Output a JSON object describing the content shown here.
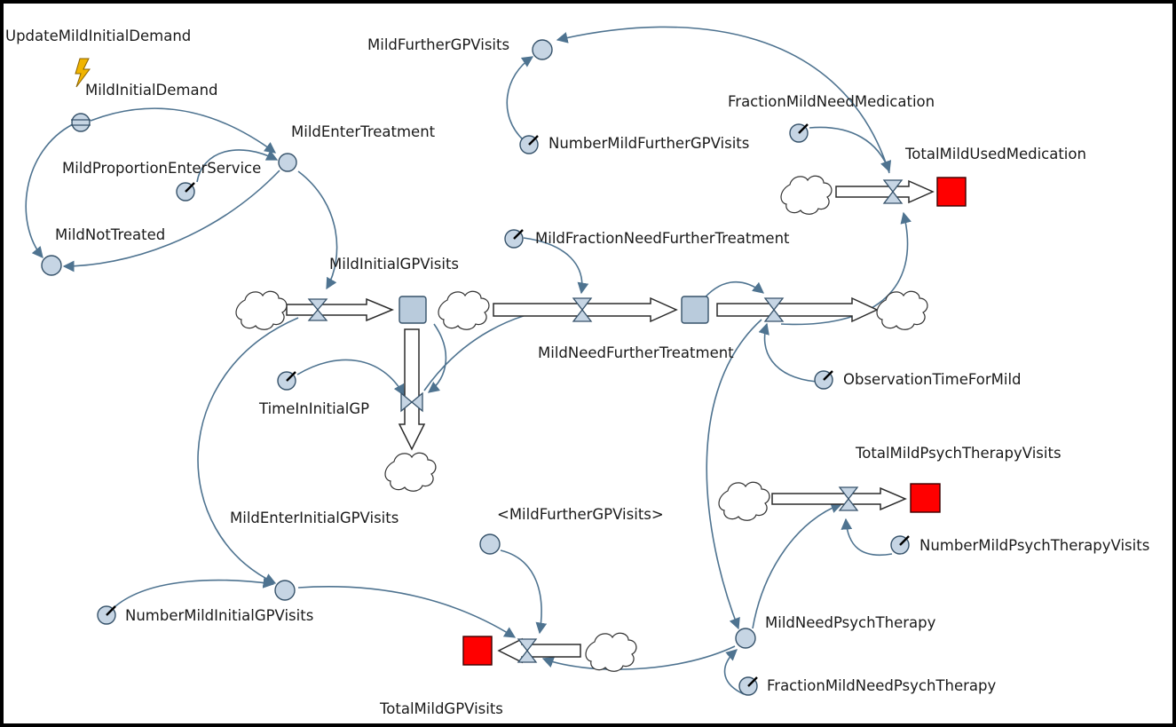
{
  "labels": {
    "update_mild_initial_demand": "UpdateMildInitialDemand",
    "mild_initial_demand": "MildInitialDemand",
    "mild_enter_treatment": "MildEnterTreatment",
    "mild_proportion_enter_service": "MildProportionEnterService",
    "mild_not_treated": "MildNotTreated",
    "mild_initial_gp_visits": "MildInitialGPVisits",
    "time_in_initial_gp": "TimeInInitialGP",
    "mild_enter_initial_gp_visits": "MildEnterInitialGPVisits",
    "number_mild_initial_gp_visits": "NumberMildInitialGPVisits",
    "total_mild_gp_visits": "TotalMildGPVisits",
    "mild_further_gp_visits_shadow": "<MildFurtherGPVisits>",
    "mild_further_gp_visits": "MildFurtherGPVisits",
    "number_mild_further_gp_visits": "NumberMildFurtherGPVisits",
    "mild_fraction_need_further_treatment": "MildFractionNeedFurtherTreatment",
    "mild_need_further_treatment": "MildNeedFurtherTreatment",
    "fraction_mild_need_medication": "FractionMildNeedMedication",
    "total_mild_used_medication": "TotalMildUsedMedication",
    "observation_time_for_mild": "ObservationTimeForMild",
    "total_mild_psych_therapy_visits": "TotalMildPsychTherapyVisits",
    "number_mild_psych_therapy_visits": "NumberMildPsychTherapyVisits",
    "mild_need_psych_therapy": "MildNeedPsychTherapy",
    "fraction_mild_need_psych_therapy": "FractionMildNeedPsychTherapy"
  },
  "colors": {
    "link": "#4e7390",
    "stock_total": "#ff0000",
    "node_fill": "#c6d5e4"
  }
}
